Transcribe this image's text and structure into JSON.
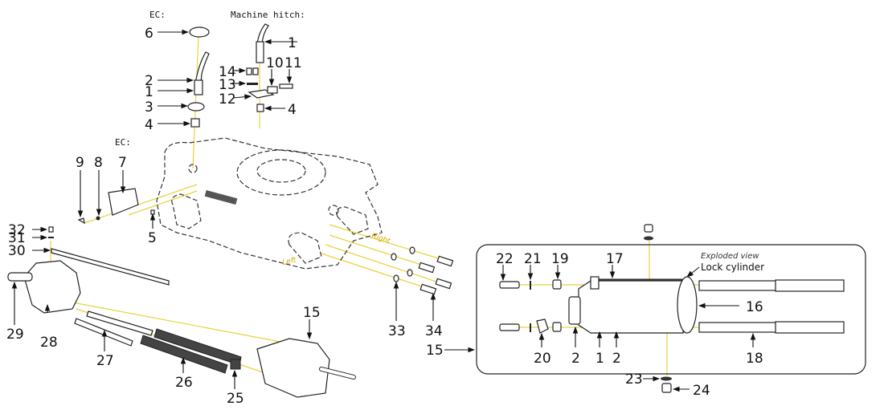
{
  "captions": {
    "ec_top": "EC:",
    "machine_hitch": "Machine hitch:",
    "ec_side": "EC:",
    "exploded_view": "Exploded view",
    "lock_cylinder": "Lock cylinder"
  },
  "side_labels": {
    "right": "Right",
    "left": "Left"
  },
  "colors": {
    "leader_line": "#e8d23a",
    "outline": "#222222"
  },
  "callouts": {
    "ec_6": "6",
    "ec_2": "2",
    "ec_1": "1",
    "ec_3": "3",
    "ec_4": "4",
    "mh_1": "1",
    "mh_14": "14",
    "mh_10": "10",
    "mh_11": "11",
    "mh_13": "13",
    "mh_12": "12",
    "mh_4": "4",
    "p9": "9",
    "p8": "8",
    "p7": "7",
    "p5": "5",
    "p32": "32",
    "p31": "31",
    "p30": "30",
    "p29": "29",
    "p28": "28",
    "p27": "27",
    "p26": "26",
    "p25": "25",
    "p15": "15",
    "p33": "33",
    "p34": "34",
    "ex_22": "22",
    "ex_21": "21",
    "ex_19": "19",
    "ex_17": "17",
    "ex_16": "16",
    "ex_18": "18",
    "ex_20": "20",
    "ex_2a": "2",
    "ex_1": "1",
    "ex_2b": "2",
    "ex_15": "15",
    "ex_23": "23",
    "ex_24": "24"
  }
}
